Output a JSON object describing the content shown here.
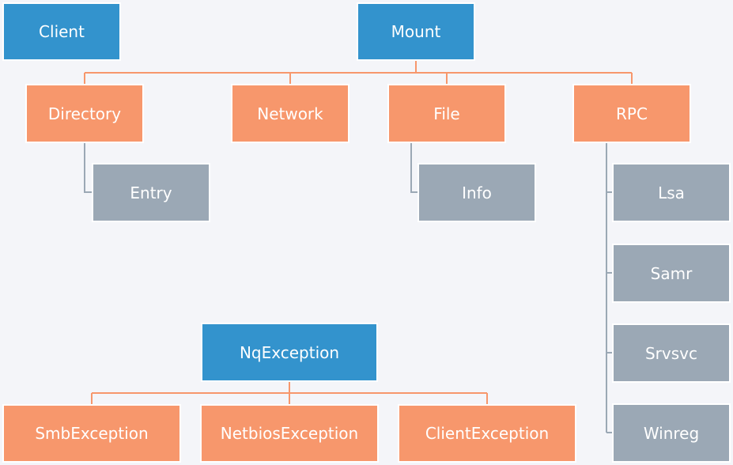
{
  "colors": {
    "root": "#3393cd",
    "child": "#f7976c",
    "leaf": "#9ba8b5",
    "connector_orange": "#f7976c",
    "connector_gray": "#9ba8b5",
    "background": "#f4f5f9"
  },
  "nodes": {
    "client": "Client",
    "mount": "Mount",
    "directory": "Directory",
    "network": "Network",
    "file": "File",
    "rpc": "RPC",
    "entry": "Entry",
    "info": "Info",
    "lsa": "Lsa",
    "samr": "Samr",
    "srvsvc": "Srvsvc",
    "winreg": "Winreg",
    "nqexception": "NqException",
    "smbexception": "SmbException",
    "netbiosexception": "NetbiosException",
    "clientexception": "ClientException"
  },
  "edges": [
    [
      "mount",
      "directory"
    ],
    [
      "mount",
      "network"
    ],
    [
      "mount",
      "file"
    ],
    [
      "mount",
      "rpc"
    ],
    [
      "directory",
      "entry"
    ],
    [
      "file",
      "info"
    ],
    [
      "rpc",
      "lsa"
    ],
    [
      "rpc",
      "samr"
    ],
    [
      "rpc",
      "srvsvc"
    ],
    [
      "rpc",
      "winreg"
    ],
    [
      "nqexception",
      "smbexception"
    ],
    [
      "nqexception",
      "netbiosexception"
    ],
    [
      "nqexception",
      "clientexception"
    ]
  ]
}
